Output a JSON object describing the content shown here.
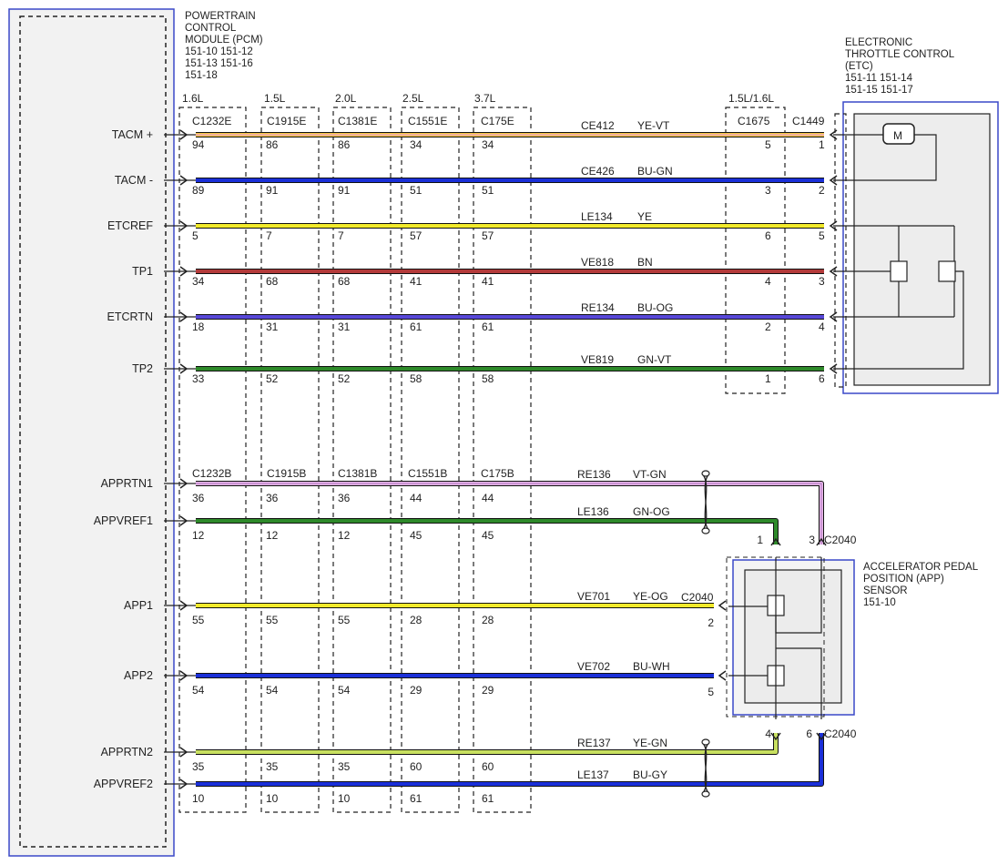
{
  "pcm": {
    "title_lines": [
      "POWERTRAIN",
      "CONTROL",
      "MODULE (PCM)",
      "151-10  151-12",
      "151-13  151-16",
      "151-18"
    ],
    "signals_top": [
      "TACM +",
      "TACM -",
      "ETCREF",
      "TP1",
      "ETCRTN",
      "TP2"
    ],
    "signals_bottom": [
      "APPRTN1",
      "APPVREF1",
      "APP1",
      "APP2",
      "APPRTN2",
      "APPVREF2"
    ]
  },
  "engines": [
    "1.6L",
    "1.5L",
    "2.0L",
    "2.5L",
    "3.7L"
  ],
  "connectors_top": [
    "C1232E",
    "C1915E",
    "C1381E",
    "C1551E",
    "C175E"
  ],
  "connectors_bottom": [
    "C1232B",
    "C1915B",
    "C1381B",
    "C1551B",
    "C175B"
  ],
  "etc": {
    "title_lines": [
      "ELECTRONIC",
      "THROTTLE CONTROL",
      "(ETC)",
      "151-11  151-14",
      "151-15  151-17"
    ],
    "inline_engine": "1.5L/1.6L",
    "inline_connector": "C1675",
    "device_connector": "C1449",
    "motor_label": "M"
  },
  "app": {
    "title_lines": [
      "ACCELERATOR PEDAL",
      "POSITION (APP)",
      "SENSOR",
      "151-10"
    ],
    "connector": "C2040"
  },
  "wires_top": [
    {
      "circuit": "CE412",
      "color_code": "YE-VT",
      "pins": [
        "94",
        "86",
        "86",
        "34",
        "34"
      ],
      "inline_pin": "5",
      "etc_pin": "1",
      "colors": [
        "#f5c842",
        "#f0a0d8"
      ]
    },
    {
      "circuit": "CE426",
      "color_code": "BU-GN",
      "pins": [
        "89",
        "91",
        "91",
        "51",
        "51"
      ],
      "inline_pin": "3",
      "etc_pin": "2",
      "colors": [
        "#1a2fd8",
        "#1a2fd8"
      ]
    },
    {
      "circuit": "LE134",
      "color_code": "YE",
      "pins": [
        "5",
        "7",
        "7",
        "57",
        "57"
      ],
      "inline_pin": "6",
      "etc_pin": "5",
      "colors": [
        "#f2ea2a",
        "#f2ea2a"
      ]
    },
    {
      "circuit": "VE818",
      "color_code": "BN",
      "pins": [
        "34",
        "68",
        "68",
        "41",
        "41"
      ],
      "inline_pin": "4",
      "etc_pin": "3",
      "colors": [
        "#b33a3a",
        "#b33a3a"
      ]
    },
    {
      "circuit": "RE134",
      "color_code": "BU-OG",
      "pins": [
        "18",
        "31",
        "31",
        "61",
        "61"
      ],
      "inline_pin": "2",
      "etc_pin": "4",
      "colors": [
        "#5848d8",
        "#5848d8"
      ]
    },
    {
      "circuit": "VE819",
      "color_code": "GN-VT",
      "pins": [
        "33",
        "52",
        "52",
        "58",
        "58"
      ],
      "inline_pin": "1",
      "etc_pin": "6",
      "colors": [
        "#2e8a2a",
        "#2e8a2a"
      ]
    }
  ],
  "wires_bottom": [
    {
      "circuit": "RE136",
      "color_code": "VT-GN",
      "pins": [
        "36",
        "36",
        "36",
        "44",
        "44"
      ],
      "app_pin": "3",
      "colors": [
        "#e8b8e8",
        "#b87fc8"
      ]
    },
    {
      "circuit": "LE136",
      "color_code": "GN-OG",
      "pins": [
        "12",
        "12",
        "12",
        "45",
        "45"
      ],
      "app_pin": "1",
      "colors": [
        "#2e8a2a",
        "#2e8a2a"
      ]
    },
    {
      "circuit": "VE701",
      "color_code": "YE-OG",
      "pins": [
        "55",
        "55",
        "55",
        "28",
        "28"
      ],
      "app_pin": "2",
      "colors": [
        "#f2ea2a",
        "#f2ea2a"
      ]
    },
    {
      "circuit": "VE702",
      "color_code": "BU-WH",
      "pins": [
        "54",
        "54",
        "54",
        "29",
        "29"
      ],
      "app_pin": "5",
      "colors": [
        "#1a2fd8",
        "#1a2fd8"
      ]
    },
    {
      "circuit": "RE137",
      "color_code": "YE-GN",
      "pins": [
        "35",
        "35",
        "35",
        "60",
        "60"
      ],
      "app_pin": "4",
      "colors": [
        "#c8e060",
        "#c8e060"
      ]
    },
    {
      "circuit": "LE137",
      "color_code": "BU-GY",
      "pins": [
        "10",
        "10",
        "10",
        "61",
        "61"
      ],
      "app_pin": "6",
      "colors": [
        "#1a2fd8",
        "#1a2fd8"
      ]
    }
  ]
}
